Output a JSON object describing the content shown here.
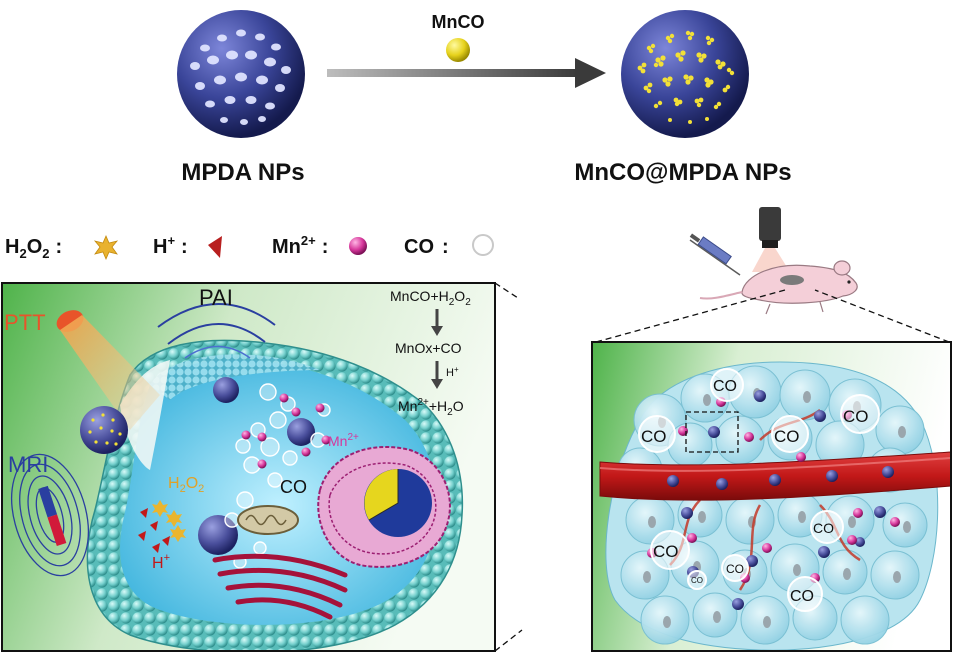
{
  "top": {
    "reagent_label": "MnCO",
    "left_label": "MPDA NPs",
    "right_label": "MnCO@MPDA NPs"
  },
  "legend": {
    "h2o2_main": "H",
    "h2o2_sub1": "2",
    "h2o2_mid": "O",
    "h2o2_sub2": "2",
    "h_main": "H",
    "h_sup": "+",
    "mn_main": "Mn",
    "mn_sup": "2+",
    "co": "CO",
    "separator": ":"
  },
  "cell_panel": {
    "ptt": "PTT",
    "pai": "PAI",
    "mri": "MRI",
    "h2o2_main": "H",
    "h2o2_sub1": "2",
    "h2o2_mid": "O",
    "h2o2_sub2": "2",
    "h_main": "H",
    "h_sup": "+",
    "mn_main": "Mn",
    "mn_sup": "2+",
    "co": "CO",
    "reaction": {
      "step1": "MnCO+H",
      "step1_sub": "2",
      "step1_tail": "O",
      "step1_sub2": "2",
      "step2": "MnOx+CO",
      "arrow_label": "H",
      "arrow_label_sup": "+",
      "step3_a": "Mn",
      "step3_sup": "2+",
      "step3_b": "+H",
      "step3_sub": "2",
      "step3_c": "O"
    }
  },
  "tumor_panel": {
    "co_labels": [
      "CO",
      "CO",
      "CO",
      "CO",
      "CO",
      "CO",
      "CO",
      "CO",
      "CO"
    ]
  },
  "colors": {
    "nanoparticle": "#2e3a8c",
    "manganese": "#d6379b",
    "vessel": "#c41a1a",
    "membrane": "#6cc8c6",
    "panel_green": "#59b84a",
    "ptt": "#e8542a",
    "pai": "#2a3fa0"
  }
}
